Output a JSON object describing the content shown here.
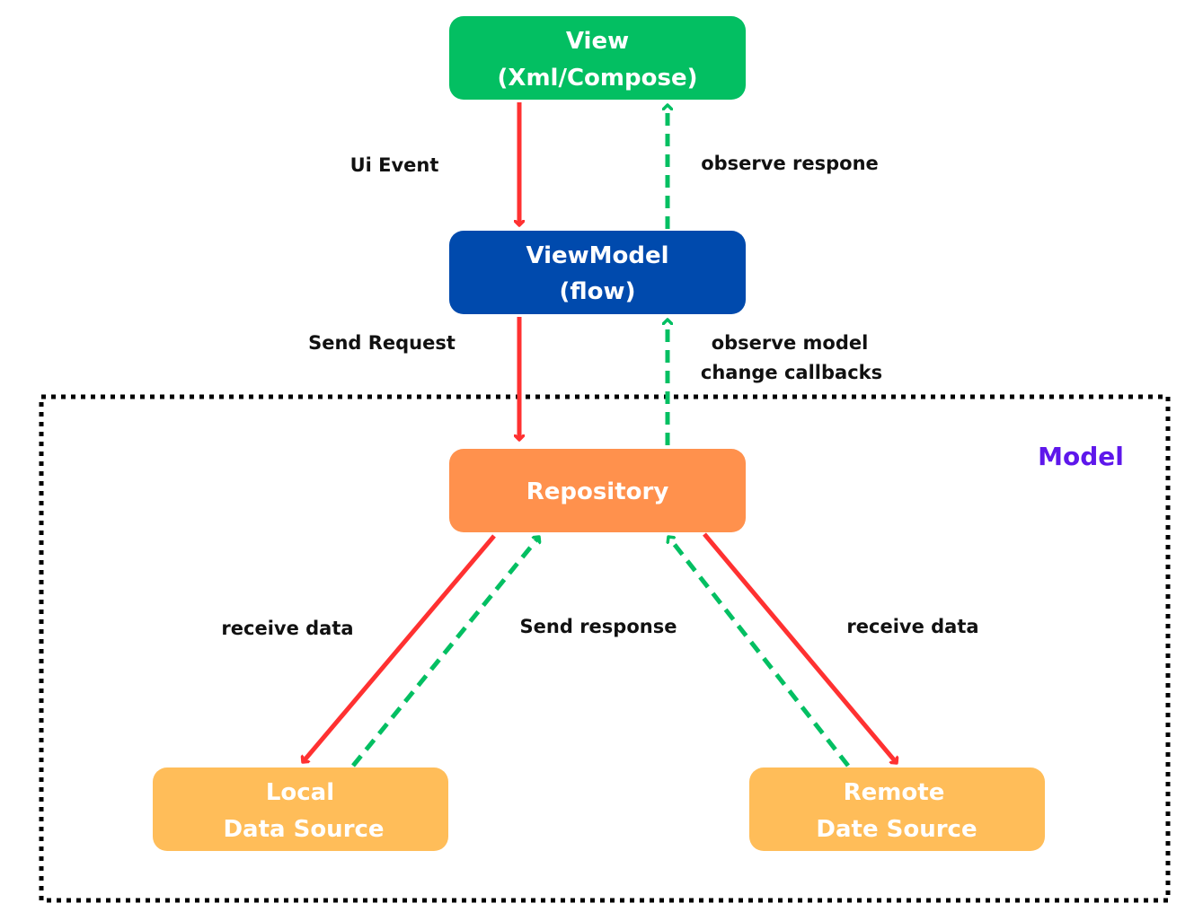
{
  "colors": {
    "view": "#03BF62",
    "viewmodel": "#004AAD",
    "repository": "#FF914D",
    "datasource": "#FFBD59",
    "request_arrow": "#FF3131",
    "response_arrow": "#03BF62",
    "model_label": "#5E17EB",
    "border": "#000000"
  },
  "nodes": {
    "view": {
      "line1": "View",
      "line2": "(Xml/Compose)"
    },
    "viewmodel": {
      "line1": "ViewModel",
      "line2": "(flow)"
    },
    "repository": {
      "line1": "Repository"
    },
    "local": {
      "line1": "Local",
      "line2": "Data Source"
    },
    "remote": {
      "line1": "Remote",
      "line2": "Date Source"
    }
  },
  "edges": {
    "ui_event": "Ui Event",
    "observe_respone": "observe respone",
    "send_request": "Send Request",
    "observe_model_1": "observe model",
    "observe_model_2": "change callbacks",
    "receive_data_left": "receive data",
    "send_response": "Send response",
    "receive_data_right": "receive data"
  },
  "group": {
    "label": "Model"
  }
}
